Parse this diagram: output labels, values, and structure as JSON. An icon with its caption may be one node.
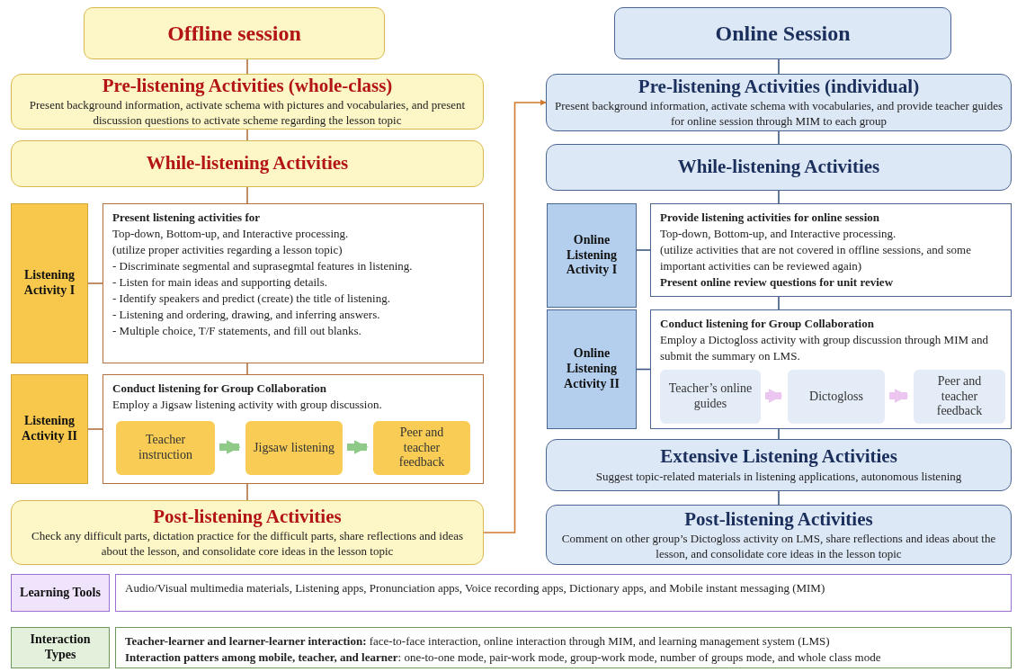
{
  "diagram": {
    "nodes": [
      {
        "text": [
          "Offline session"
        ]
      },
      {
        "text": [
          "Pre-listening Activities (whole-class)",
          "Present background information, activate schema with pictures and vocabularies, and present discussion questions to activate scheme regarding the lesson topic"
        ]
      },
      {
        "text": [
          "While-listening Activities"
        ]
      },
      {
        "text": [
          "Listening Activity I"
        ]
      },
      {
        "text": [
          "**Present listening activities for**",
          "Top-down, Bottom-up, and Interactive processing.",
          "(utilize proper activities regarding a lesson topic)",
          "- Discriminate segmental and suprasegmtal features in listening.",
          "- Listen for main ideas and supporting details.",
          "- Identify speakers and predict (create) the title of listening.",
          "- Listening and ordering, drawing, and inferring answers.",
          "- Multiple choice, T/F statements, and fill out blanks."
        ]
      },
      {
        "text": [
          "Listening Activity II"
        ]
      },
      {
        "text": [
          "**Conduct listening for Group Collaboration**",
          "Employ a Jigsaw listening activity with group discussion."
        ]
      },
      {
        "text": [
          "Teacher instruction"
        ],
        "in": 6
      },
      {
        "text": [
          "Jigsaw listening"
        ],
        "in": 6
      },
      {
        "text": [
          "Peer and teacher feedback"
        ],
        "in": 6
      },
      {
        "text": [
          "Post-listening Activities",
          "Check any difficult parts, dictation practice for the difficult parts, share reflections and ideas about the lesson, and consolidate core ideas in the lesson topic"
        ]
      },
      {
        "text": [
          "Online Session"
        ]
      },
      {
        "text": [
          "Pre-listening Activities (individual)",
          "Present background information, activate schema with vocabularies, and provide teacher guides for online session through MIM to each group"
        ]
      },
      {
        "text": [
          "While-listening Activities"
        ]
      },
      {
        "text": [
          "Online Listening Activity I"
        ]
      },
      {
        "text": [
          "**Provide listening activities for online session**",
          "Top-down, Bottom-up, and Interactive processing.",
          "(utilize activities that are not covered in offline sessions, and some important activities can be reviewed again)",
          "**Present online review questions for unit review**"
        ]
      },
      {
        "text": [
          "Online Listening Activity II"
        ]
      },
      {
        "text": [
          "**Conduct listening for Group Collaboration**",
          "Employ a Dictogloss activity with group discussion through MIM and submit the summary on LMS."
        ]
      },
      {
        "text": [
          "Teacher’s online guides"
        ],
        "in": 17
      },
      {
        "text": [
          "Dictogloss"
        ],
        "in": 17
      },
      {
        "text": [
          "Peer and teacher feedback"
        ],
        "in": 17
      },
      {
        "text": [
          "Extensive Listening Activities",
          "Suggest topic-related materials in listening applications, autonomous listening"
        ]
      },
      {
        "text": [
          "Post-listening Activities",
          "Comment on other group’s Dictogloss activity on LMS, share reflections and ideas about the lesson, and consolidate core ideas in the lesson topic"
        ]
      },
      {
        "text": [
          "Learning Tools"
        ]
      },
      {
        "text": [
          "Audio/Visual multimedia materials, Listening apps, Pronunciation apps, Voice recording apps, Dictionary apps, and Mobile instant messaging (MIM)"
        ]
      },
      {
        "text": [
          "Interaction Types"
        ]
      },
      {
        "text": [
          "**Teacher-learner and learner-learner interaction:** face-to-face interaction, online interaction through MIM, and learning management system (LMS)",
          "**Interaction patters among mobile, teacher, and learner**: one-to-one mode, pair-work mode, group-work mode, number of groups mode, and whole class mode"
        ]
      }
    ],
    "edges": [
      {
        "from": 0,
        "to": 1,
        "arrow": "none",
        "color": "#b07040"
      },
      {
        "from": 1,
        "to": 2,
        "arrow": "none",
        "color": "#b07040"
      },
      {
        "from": 2,
        "to": 4,
        "arrow": "none",
        "color": "#b07040"
      },
      {
        "from": 3,
        "to": 4,
        "arrow": "none",
        "color": "#b07040"
      },
      {
        "from": 4,
        "to": 6,
        "arrow": "none",
        "color": "#b07040"
      },
      {
        "from": 5,
        "to": 6,
        "arrow": "none",
        "color": "#b07040"
      },
      {
        "from": 6,
        "to": 10,
        "arrow": "none",
        "color": "#b07040"
      },
      {
        "from": 7,
        "to": 8,
        "arrow": "to",
        "style": "thick",
        "color": "#8fca88"
      },
      {
        "from": 8,
        "to": 9,
        "arrow": "to",
        "style": "thick",
        "color": "#8fca88"
      },
      {
        "from": 10,
        "to": 12,
        "arrow": "to",
        "color": "#d07a30"
      },
      {
        "from": 11,
        "to": 12,
        "arrow": "none",
        "color": "#3d5680"
      },
      {
        "from": 12,
        "to": 13,
        "arrow": "none",
        "color": "#3d5680"
      },
      {
        "from": 13,
        "to": 15,
        "arrow": "none",
        "color": "#3d5680"
      },
      {
        "from": 14,
        "to": 15,
        "arrow": "none",
        "color": "#3d5680"
      },
      {
        "from": 15,
        "to": 17,
        "arrow": "none",
        "color": "#3d5680"
      },
      {
        "from": 16,
        "to": 17,
        "arrow": "none",
        "color": "#3d5680"
      },
      {
        "from": 18,
        "to": 19,
        "arrow": "to",
        "style": "thick",
        "color": "#ecc6f0"
      },
      {
        "from": 19,
        "to": 20,
        "arrow": "to",
        "style": "thick",
        "color": "#ecc6f0"
      },
      {
        "from": 17,
        "to": 21,
        "arrow": "none",
        "color": "#3d5680"
      },
      {
        "from": 21,
        "to": 22,
        "arrow": "none",
        "color": "#3d5680"
      }
    ]
  }
}
